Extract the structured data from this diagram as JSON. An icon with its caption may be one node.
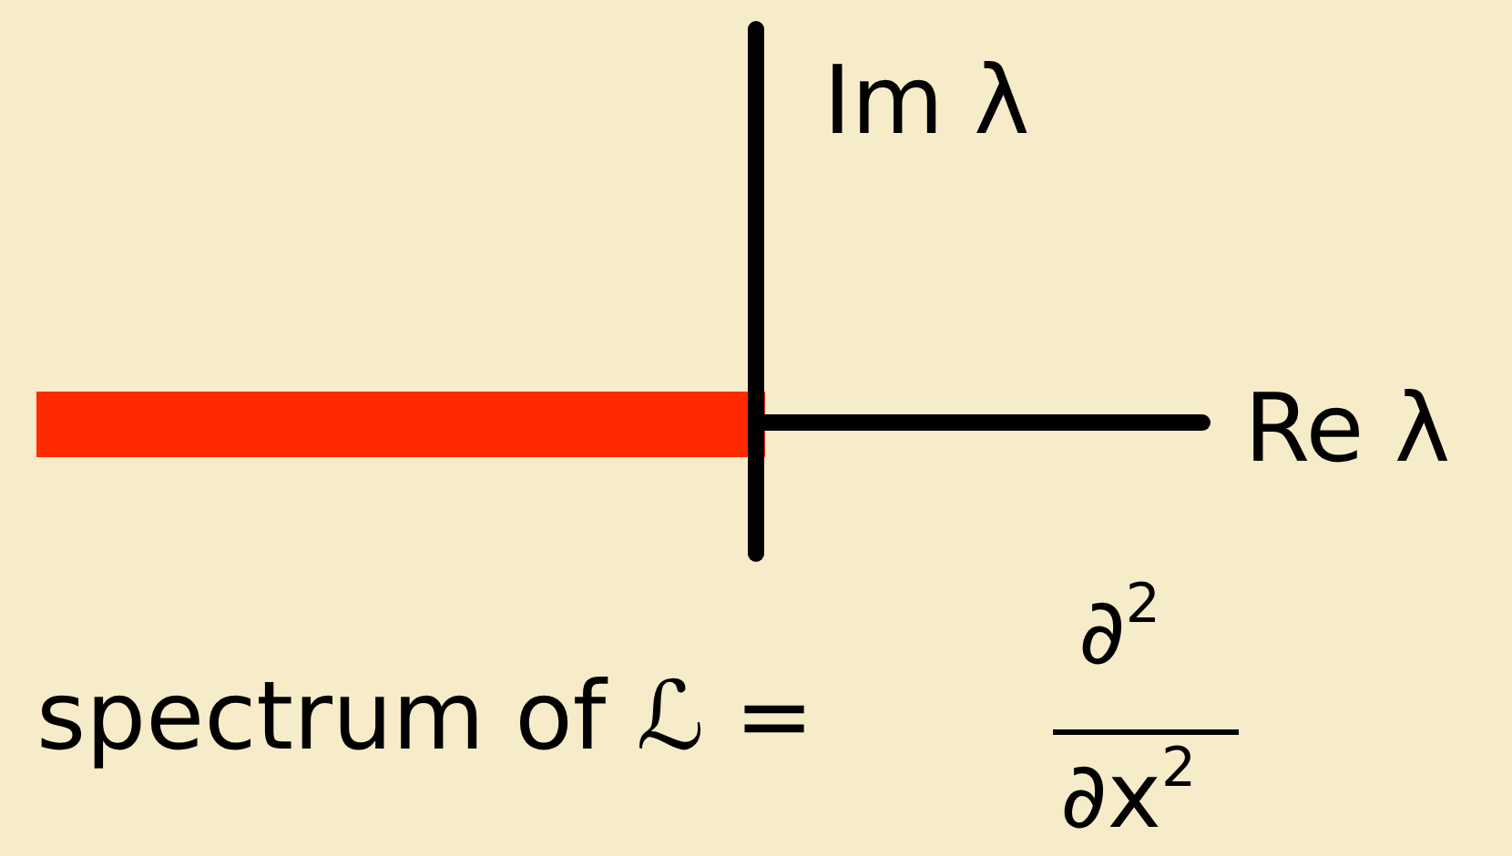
{
  "diagram": {
    "labels": [
      "Im λ",
      "Re λ",
      "spectrum of ℒ =",
      "∂$^{2}$",
      "∂x$^{2}$"
    ]
  }
}
